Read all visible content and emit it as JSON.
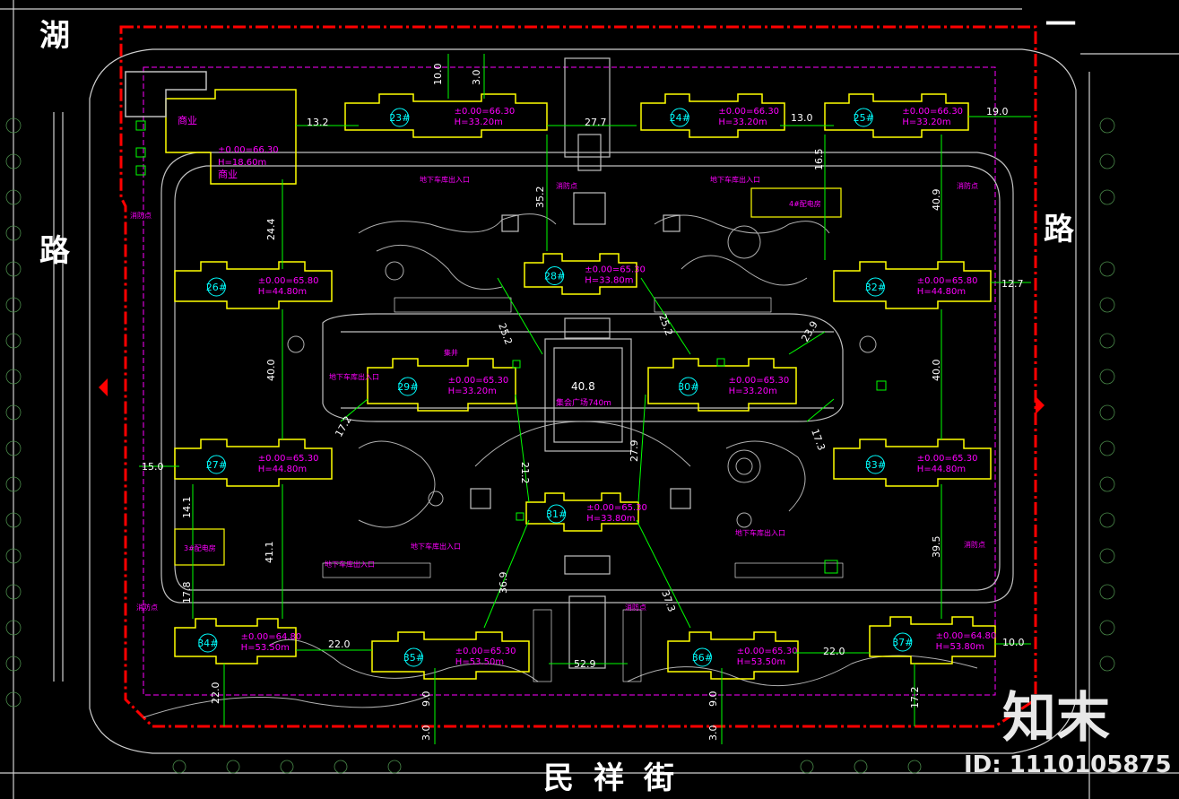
{
  "roads": {
    "west_top": "湖",
    "west_bottom": "路",
    "east_top": "一",
    "east_bottom": "路",
    "south": "民祥街"
  },
  "watermark": {
    "brand": "知末",
    "id": "ID: 1110105875"
  },
  "commercial": {
    "label1": "商业",
    "elev": "±0.00=66.30",
    "height": "H=18.60m",
    "label2": "商业"
  },
  "buildings": [
    {
      "num": "23#",
      "elev": "±0.00=66.30",
      "h": "H=33.20m"
    },
    {
      "num": "24#",
      "elev": "±0.00=66.30",
      "h": "H=33.20m"
    },
    {
      "num": "25#",
      "elev": "±0.00=66.30",
      "h": "H=33.20m"
    },
    {
      "num": "26#",
      "elev": "±0.00=65.80",
      "h": "H=44.80m"
    },
    {
      "num": "28#",
      "elev": "±0.00=65.30",
      "h": "H=33.80m"
    },
    {
      "num": "32#",
      "elev": "±0.00=65.80",
      "h": "H=44.80m"
    },
    {
      "num": "29#",
      "elev": "±0.00=65.30",
      "h": "H=33.20m"
    },
    {
      "num": "30#",
      "elev": "±0.00=65.30",
      "h": "H=33.20m"
    },
    {
      "num": "27#",
      "elev": "±0.00=65.30",
      "h": "H=44.80m"
    },
    {
      "num": "33#",
      "elev": "±0.00=65.30",
      "h": "H=44.80m"
    },
    {
      "num": "31#",
      "elev": "±0.00=65.30",
      "h": "H=33.80m"
    },
    {
      "num": "34#",
      "elev": "±0.00=64.80",
      "h": "H=53.50m"
    },
    {
      "num": "35#",
      "elev": "±0.00=65.30",
      "h": "H=53.50m"
    },
    {
      "num": "36#",
      "elev": "±0.00=65.30",
      "h": "H=53.50m"
    },
    {
      "num": "37#",
      "elev": "±0.00=64.80",
      "h": "H=53.80m"
    }
  ],
  "dimensions": [
    "10.0",
    "3.0",
    "13.2",
    "27.7",
    "13.0",
    "19.0",
    "35.2",
    "16.5",
    "40.9",
    "24.4",
    "12.7",
    "25.2",
    "25.2",
    "23.9",
    "40.0",
    "40.8",
    "40.0",
    "17.2",
    "17.3",
    "21.2",
    "27.9",
    "15.0",
    "14.1",
    "41.1",
    "39.5",
    "17.8",
    "36.9",
    "37.3",
    "22.0",
    "22.0",
    "10.0",
    "52.9",
    "22.0",
    "9.0",
    "9.0",
    "17.2",
    "3.0",
    "3.0"
  ],
  "plaza": {
    "size": "40.8",
    "caption": "集会广场740m"
  },
  "notes": {
    "garage_entry_1": "地下车库出入口",
    "garage_entry_2": "地下车库出入口",
    "garage_entry_3": "地下车库出入口",
    "garage_entry_4": "地下车库出入口",
    "garage_entry_5": "地下车库出入口",
    "garage_entry_6": "地下车库出入口",
    "substation_1": "4#配电房",
    "substation_2": "3#配电房",
    "fire_1": "消防点",
    "fire_2": "消防点",
    "fire_3": "消防点",
    "fire_4": "消防点",
    "fire_5": "消防点",
    "fire_6": "消防点",
    "well": "集井"
  },
  "colors": {
    "site": "#ff0000",
    "building": "#ffff00",
    "dimension": "#00ff00",
    "path": "#c0c0c0",
    "annotation": "#ff00ff",
    "tag": "#00ffff"
  }
}
